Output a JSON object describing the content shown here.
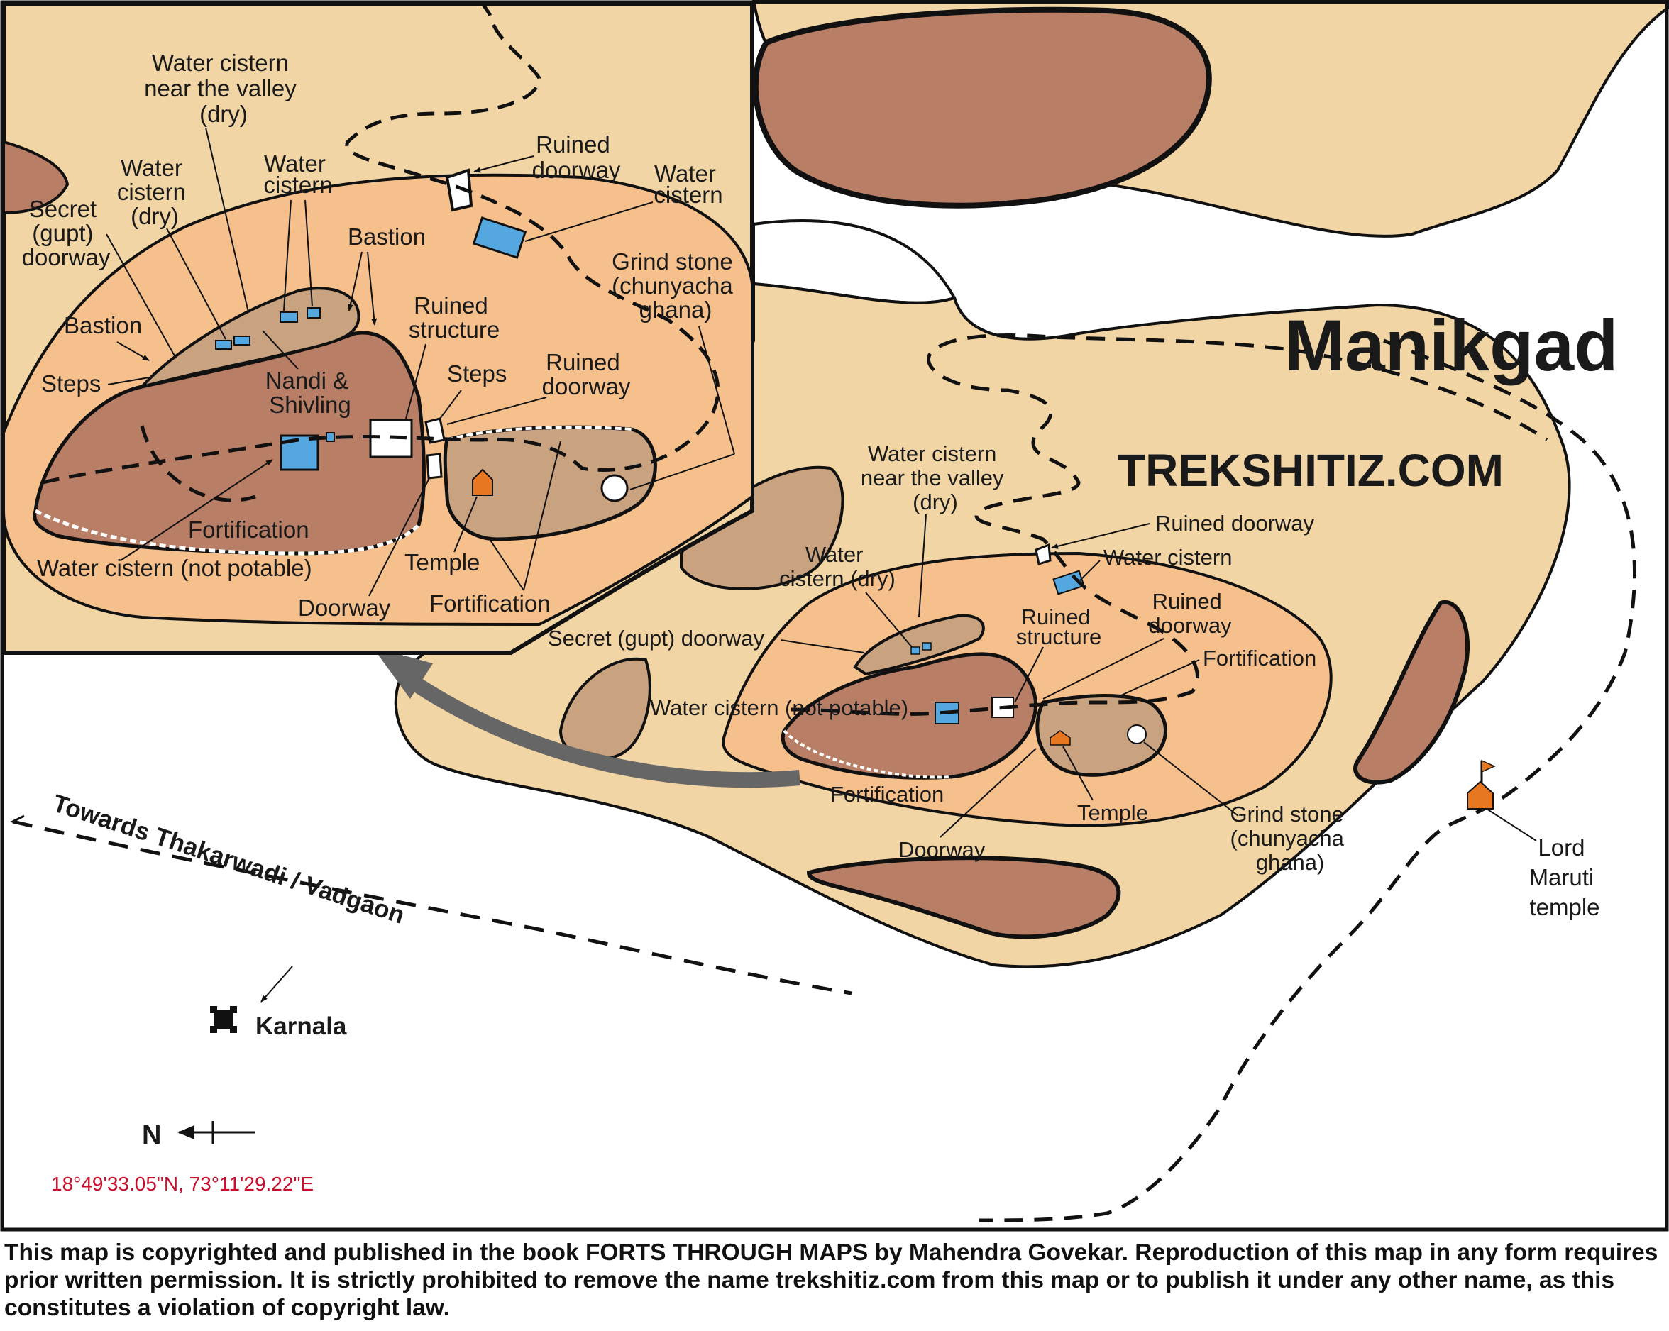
{
  "map": {
    "title": "Manikgad",
    "website": "TREKSHITIZ.COM",
    "route_label": "Towards Thakarwadi / Vadgaon",
    "karnala_label": "Karnala",
    "north_label": "N",
    "coordinates": "18°49'33.05\"N, 73°11'29.22\"E",
    "temple_label": [
      "Lord",
      "Maruti",
      "temple"
    ],
    "colors": {
      "plateau": "#f2d5a4",
      "fort_zone": "#f6c08d",
      "fort_top": "#b87e66",
      "rock": "#c9a27f",
      "water": "#55a7e0",
      "temple": "#e87722",
      "arrow": "#666666"
    }
  },
  "main_labels": {
    "cistern_valley": [
      "Water cistern",
      "near the valley",
      "(dry)"
    ],
    "ruined_doorway": "Ruined doorway",
    "water_cistern": "Water cistern",
    "cistern_dry": [
      "Water",
      "cistern (dry)"
    ],
    "ruined_structure": [
      "Ruined",
      "structure"
    ],
    "ruined_doorway_2": [
      "Ruined",
      "doorway"
    ],
    "fortification_right": "Fortification",
    "secret_doorway": "Secret (gupt) doorway",
    "cistern_not_potable": "Water cistern (not potable)",
    "fortification_bottom": "Fortification",
    "temple": "Temple",
    "grind_stone": [
      "Grind stone",
      "(chunyacha",
      "ghana)"
    ],
    "doorway": "Doorway"
  },
  "inset_labels": {
    "cistern_valley": [
      "Water cistern",
      "near the valley",
      "(dry)"
    ],
    "ruined_doorway": [
      "Ruined",
      "doorway"
    ],
    "water_cistern_right": [
      "Water",
      "cistern"
    ],
    "water_cistern_dry": [
      "Water",
      "cistern",
      "(dry)"
    ],
    "water_cistern": [
      "Water",
      "cistern"
    ],
    "secret_doorway": [
      "Secret",
      "(gupt)",
      "doorway"
    ],
    "bastion_top": "Bastion",
    "bastion_left": "Bastion",
    "steps_left": "Steps",
    "nandi": [
      "Nandi &",
      "Shivling"
    ],
    "ruined_structure": [
      "Ruined",
      "structure"
    ],
    "steps": "Steps",
    "ruined_doorway_2": [
      "Ruined",
      "doorway"
    ],
    "grind_stone": [
      "Grind stone",
      "(chunyacha",
      "ghana)"
    ],
    "fortification": "Fortification",
    "cistern_not_potable": "Water cistern (not potable)",
    "temple": "Temple",
    "doorway": "Doorway",
    "fortification_bottom": "Fortification"
  },
  "footer": {
    "copyright": "This map is copyrighted and published in the book FORTS THROUGH MAPS by Mahendra Govekar. Reproduction of this map in any form requires prior written permission. It is strictly prohibited to remove the name trekshitiz.com from this map or to publish it under any other name, as this constitutes a violation of copyright law."
  }
}
